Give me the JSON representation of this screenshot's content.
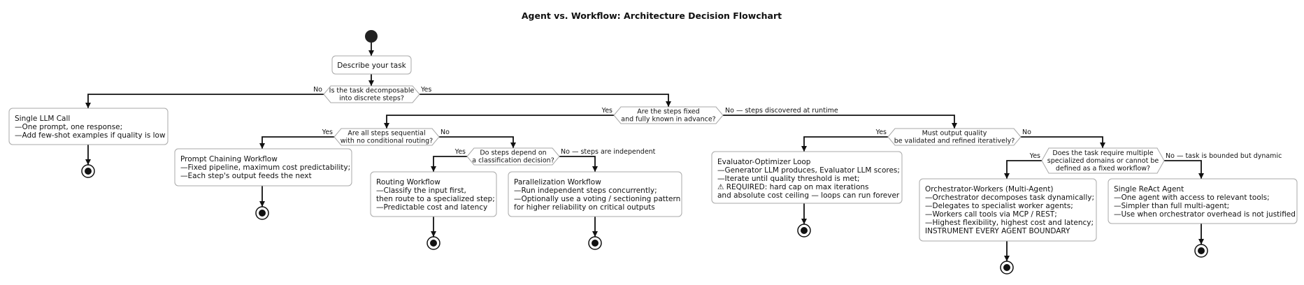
{
  "title": "Agent vs. Workflow: Architecture Decision Flowchart",
  "nodes": {
    "describe": [
      "Describe your task"
    ],
    "single_llm": [
      "Single LLM Call",
      "—One prompt, one response;",
      "—Add few-shot examples if quality is low"
    ],
    "prompt_chain": [
      "Prompt Chaining Workflow",
      "—Fixed pipeline, maximum cost predictability;",
      "—Each step's output feeds the next"
    ],
    "routing": [
      "Routing Workflow",
      "—Classify the input first,",
      "then route to a specialized step;",
      "—Predictable cost and latency"
    ],
    "parallel": [
      "Parallelization Workflow",
      "—Run independent steps concurrently;",
      "—Optionally use a voting / sectioning pattern",
      "for higher reliability on critical outputs"
    ],
    "evaluator": [
      "Evaluator-Optimizer Loop",
      "—Generator LLM produces, Evaluator LLM scores;",
      "—Iterate until quality threshold is met;",
      "⚠ REQUIRED: hard cap on max iterations",
      "and absolute cost ceiling — loops can run forever"
    ],
    "orchestrator": [
      "Orchestrator-Workers (Multi-Agent)",
      "—Orchestrator decomposes task dynamically;",
      "—Delegates to specialist worker agents;",
      "—Workers call tools via MCP / REST;",
      "—Highest flexibility, highest cost and latency;",
      "INSTRUMENT EVERY AGENT BOUNDARY"
    ],
    "react": [
      "Single ReAct Agent",
      "—One agent with access to relevant tools;",
      "—Simpler than full multi-agent;",
      "—Use when orchestrator overhead is not justified"
    ]
  },
  "decisions": {
    "d1": [
      "Is the task decomposable",
      "into discrete steps?"
    ],
    "d2": [
      "Are the steps fixed",
      "and fully known in advance?"
    ],
    "d3": [
      "Are all steps sequential",
      "with no conditional routing?"
    ],
    "d4": [
      "Do steps depend on",
      "a classification decision?"
    ],
    "d5": [
      "Must output quality",
      "be validated and refined iteratively?"
    ],
    "d6": [
      "Does the task require multiple",
      "specialized domains or cannot be",
      "defined as a fixed workflow?"
    ]
  },
  "edge_labels": {
    "d1_no": "No",
    "d1_yes": "Yes",
    "d2_yes": "Yes",
    "d2_no": "No — steps discovered at runtime",
    "d3_yes": "Yes",
    "d3_no": "No",
    "d4_yes": "Yes",
    "d4_no": "No — steps are independent",
    "d5_yes": "Yes",
    "d5_no": "No",
    "d6_yes": "Yes",
    "d6_no": "No — task is bounded but dynamic"
  }
}
